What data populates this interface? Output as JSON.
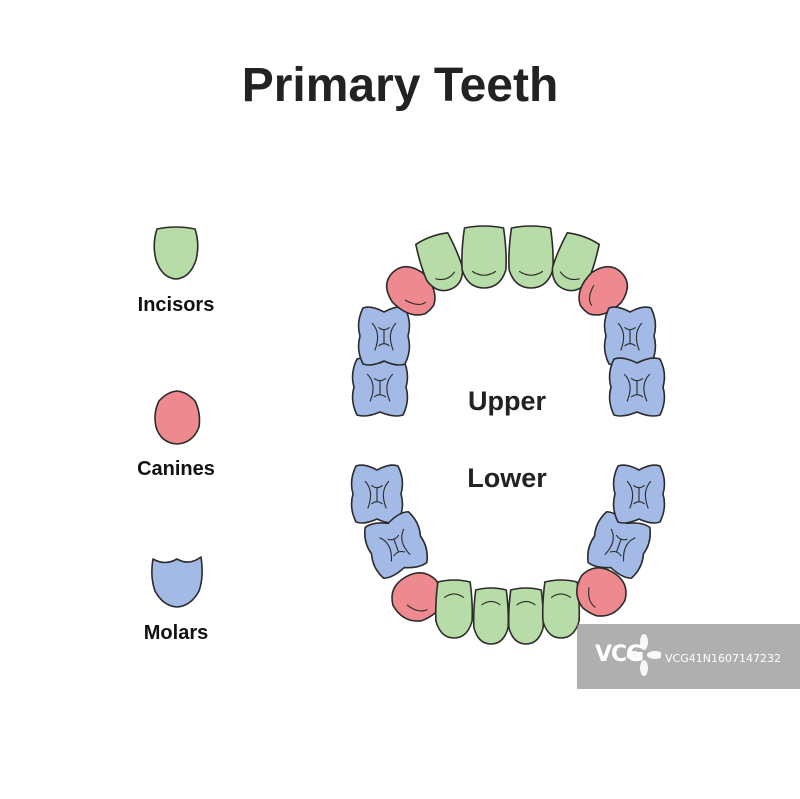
{
  "title": "Primary Teeth",
  "legend": [
    {
      "label": "Incisors",
      "type": "incisor",
      "color": "#b8dca7"
    },
    {
      "label": "Canines",
      "type": "canine",
      "color": "#ee8a8f"
    },
    {
      "label": "Molars",
      "type": "molar",
      "color": "#a3b9e6"
    }
  ],
  "arch": {
    "upper_label": "Upper",
    "lower_label": "Lower",
    "upper_teeth": [
      "molar",
      "molar",
      "canine",
      "incisor",
      "incisor",
      "incisor",
      "incisor",
      "canine",
      "molar",
      "molar"
    ],
    "lower_teeth": [
      "molar",
      "molar",
      "canine",
      "incisor",
      "incisor",
      "incisor",
      "incisor",
      "canine",
      "molar",
      "molar"
    ]
  },
  "watermark": {
    "logo": "VCG",
    "id": "VCG41N1607147232"
  }
}
